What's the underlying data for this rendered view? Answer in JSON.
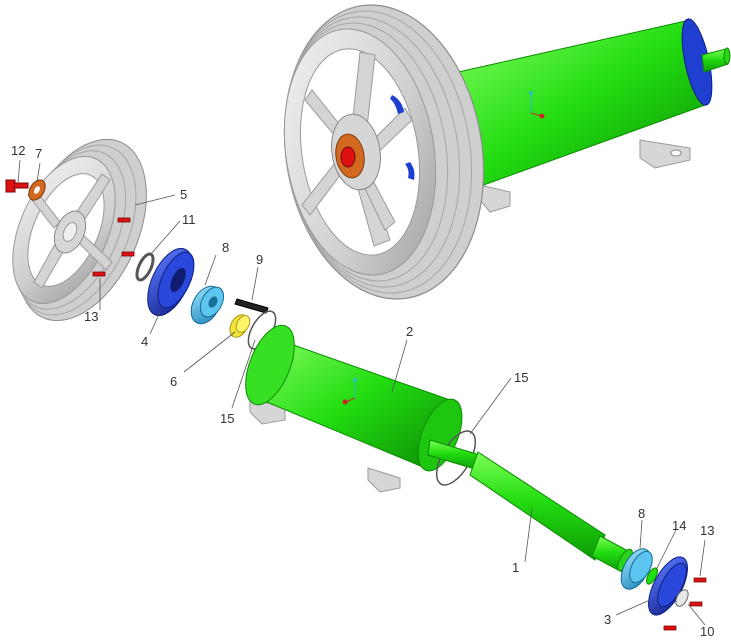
{
  "colors": {
    "body_green": "#22dd11",
    "body_green_dark": "#11a008",
    "pulley_gray": "#d8d8d8",
    "pulley_dark": "#a8a8a8",
    "blue_cap": "#1f3fd0",
    "cyan_bearing": "#44b8e8",
    "yellow_bushing": "#f2e23a",
    "orange_washer": "#d2691e",
    "red_bolt": "#dd1111",
    "base_gray": "#d6d6d6"
  },
  "callouts": {
    "c1": "1",
    "c2": "2",
    "c3": "3",
    "c4": "4",
    "c5": "5",
    "c6": "6",
    "c7": "7",
    "c8a": "8",
    "c8b": "8",
    "c9": "9",
    "c10": "10",
    "c11": "11",
    "c12": "12",
    "c13a": "13",
    "c13b": "13",
    "c14": "14",
    "c15a": "15",
    "c15b": "15"
  }
}
